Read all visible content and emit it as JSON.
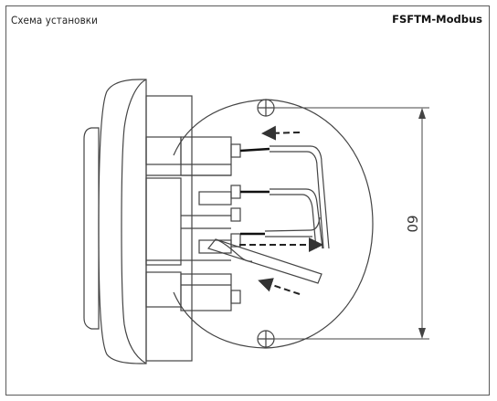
{
  "header": {
    "title": "Схема установки",
    "model": "FSFTM-Modbus"
  },
  "diagram": {
    "dimension_label": "60",
    "dimension_unit": ""
  },
  "colors": {
    "line": "#444444",
    "cable": "#222222",
    "frame": "#5a5a5a"
  }
}
